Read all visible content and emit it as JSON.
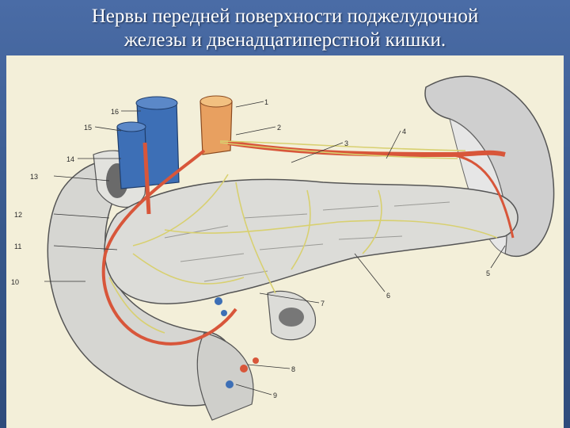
{
  "slide": {
    "title_line1": "Нервы передней поверхности поджелудочной",
    "title_line2": "железы и двенадцатиперстной кишки."
  },
  "figure": {
    "labels": [
      "1",
      "2",
      "3",
      "4",
      "5",
      "6",
      "7",
      "8",
      "9",
      "10",
      "11",
      "12",
      "13",
      "14",
      "15",
      "16"
    ]
  },
  "colors": {
    "background": "#3d5e96",
    "paper": "#f3efd9",
    "nerve": "#d8d070",
    "artery": "#d8563a",
    "vein": "#3d6fb6",
    "tissue": "#dcdcd8"
  }
}
